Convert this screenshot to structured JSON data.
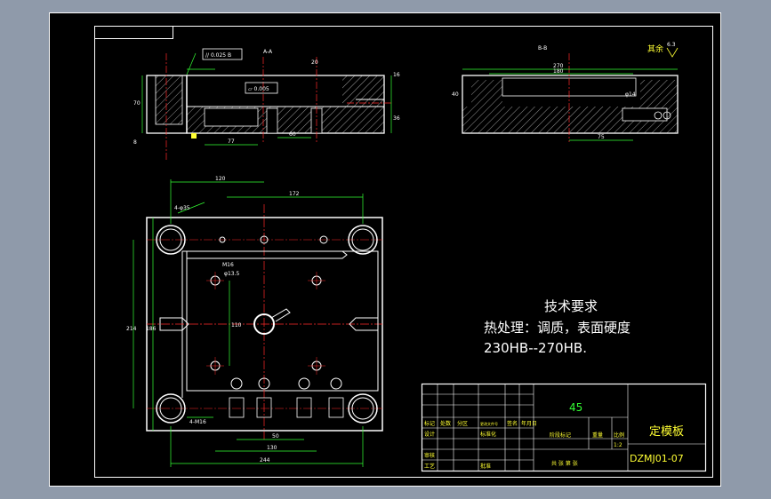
{
  "colors": {
    "background": "#8f9aaa",
    "sheet": "#000000",
    "outline": "#ffffff",
    "dimension": "#33ff33",
    "centerline": "#ff2a2a",
    "annotation": "#ffff33",
    "hatch": "#ffffff"
  },
  "section_labels": {
    "a": "A-A",
    "b": "B-B"
  },
  "surface_finish": {
    "label": "其余",
    "value": "6.3"
  },
  "tolerances": {
    "parallel": "// 0.025 B",
    "flatness": "▱ 0.005"
  },
  "dims_section_a": [
    "77",
    "60",
    "20",
    "70",
    "36",
    "8",
    "16"
  ],
  "dims_section_b": [
    "270",
    "180",
    "40",
    "75",
    "φ14"
  ],
  "dims_plan": {
    "top_120": "120",
    "top_172": "172",
    "left_214": "214",
    "left_186": "186",
    "mid_110": "110",
    "bottom_50": "50",
    "bottom_130": "130",
    "bottom_244": "244",
    "holes_4": "4-φ35",
    "holes_m16": "4-M16",
    "thread_a": "M16",
    "thread_b": "φ13.5"
  },
  "tech_requirements": {
    "title": "技术要求",
    "line1": "热处理：调质，表面硬度",
    "line2": "230HB--270HB."
  },
  "title_block": {
    "material": "45",
    "part_name": "定模板",
    "drawing_no": "DZMJ01-07",
    "scale_label": "比例",
    "scale": "1:2",
    "rows": {
      "r1": [
        "标记",
        "处数",
        "分区",
        "更改文件号",
        "签名",
        "年月日"
      ],
      "r2": [
        "设计",
        "",
        "标准化",
        "",
        "阶段标记",
        "重量",
        "比例"
      ],
      "r3": [
        "审核",
        "",
        "",
        ""
      ],
      "r4": [
        "工艺",
        "",
        "批准",
        "共 张 第 张"
      ]
    }
  }
}
